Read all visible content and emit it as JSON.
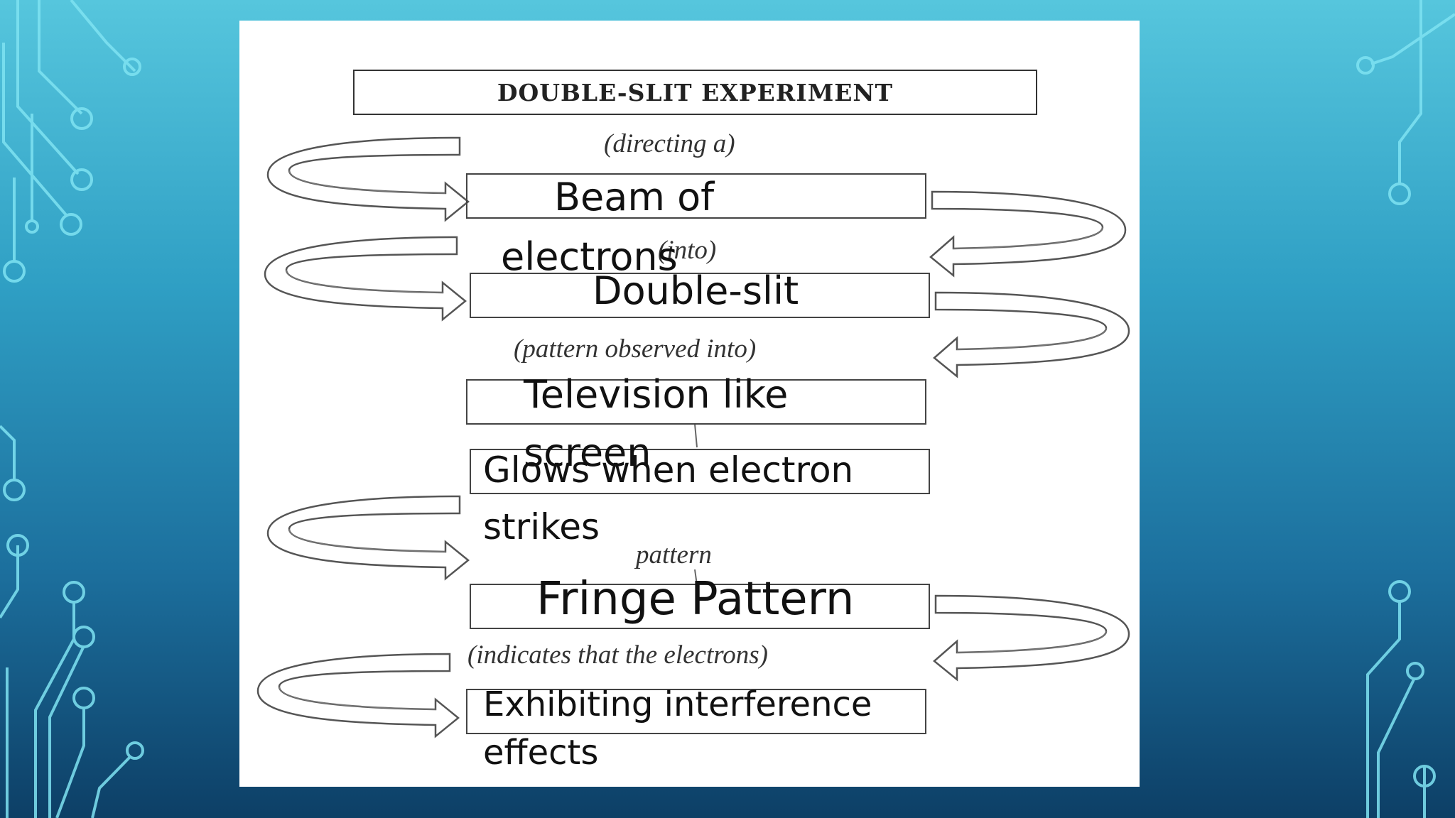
{
  "title": "DOUBLE-SLIT EXPERIMENT",
  "connectors": {
    "directing": "(directing a)",
    "into": "(into)",
    "pattern_observed": "(pattern observed into)",
    "pattern": "pattern",
    "indicates": "(indicates that the electrons)"
  },
  "boxes": {
    "beam": [
      "Beam of",
      "electrons"
    ],
    "double_slit": "Double-slit",
    "television": [
      "Television like",
      "screen"
    ],
    "glows": [
      "Glows when electron",
      "strikes"
    ],
    "fringe": "Fringe Pattern",
    "exhibiting": [
      "Exhibiting interference",
      "effects"
    ]
  },
  "colors": {
    "background_top": "#56c6dd",
    "background_bottom": "#0d3f66",
    "circuit_lines": "#7fe3f2",
    "slide": "#ffffff"
  }
}
